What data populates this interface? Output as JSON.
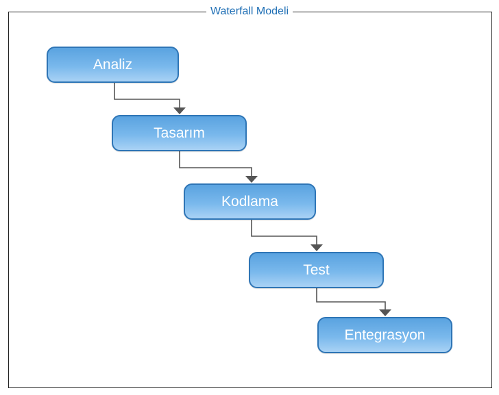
{
  "title": "Waterfall Modeli",
  "colors": {
    "title": "#1f6fb5",
    "box_border": "#2e75b6",
    "box_fill_top": "#5aa3e0",
    "box_fill_bottom": "#a9d2f5",
    "connector": "#555555"
  },
  "steps": [
    {
      "label": "Analiz"
    },
    {
      "label": "Tasarım"
    },
    {
      "label": "Kodlama"
    },
    {
      "label": "Test"
    },
    {
      "label": "Entegrasyon"
    }
  ]
}
